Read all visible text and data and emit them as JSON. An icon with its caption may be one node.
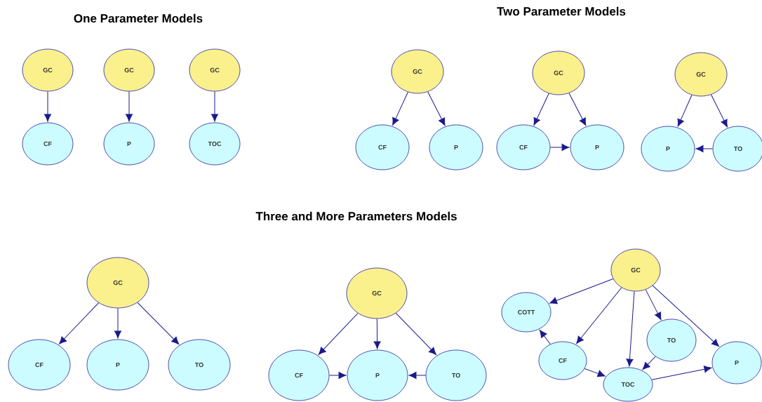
{
  "diagram": {
    "nodes": [
      {
        "text": [
          "GC"
        ]
      },
      {
        "text": [
          "CF"
        ]
      },
      {
        "text": [
          "GC"
        ]
      },
      {
        "text": [
          "P"
        ]
      },
      {
        "text": [
          "GC"
        ]
      },
      {
        "text": [
          "TOC"
        ]
      },
      {
        "text": [
          "GC"
        ]
      },
      {
        "text": [
          "CF"
        ]
      },
      {
        "text": [
          "P"
        ]
      },
      {
        "text": [
          "GC"
        ]
      },
      {
        "text": [
          "CF"
        ]
      },
      {
        "text": [
          "P"
        ]
      },
      {
        "text": [
          "GC"
        ]
      },
      {
        "text": [
          "P"
        ]
      },
      {
        "text": [
          "TO"
        ]
      },
      {
        "text": [
          "GC"
        ]
      },
      {
        "text": [
          "CF"
        ]
      },
      {
        "text": [
          "P"
        ]
      },
      {
        "text": [
          "TO"
        ]
      },
      {
        "text": [
          "GC"
        ]
      },
      {
        "text": [
          "CF"
        ]
      },
      {
        "text": [
          "P"
        ]
      },
      {
        "text": [
          "TO"
        ]
      },
      {
        "text": [
          "GC"
        ]
      },
      {
        "text": [
          "COTT"
        ]
      },
      {
        "text": [
          "TO"
        ]
      },
      {
        "text": [
          "CF"
        ]
      },
      {
        "text": [
          "P"
        ]
      },
      {
        "text": [
          "TOC"
        ]
      }
    ],
    "edges": [
      {
        "from": 0,
        "to": 1,
        "arrow": "to"
      },
      {
        "from": 2,
        "to": 3,
        "arrow": "to"
      },
      {
        "from": 4,
        "to": 5,
        "arrow": "to"
      },
      {
        "from": 6,
        "to": 7,
        "arrow": "to"
      },
      {
        "from": 6,
        "to": 8,
        "arrow": "to"
      },
      {
        "from": 9,
        "to": 10,
        "arrow": "to"
      },
      {
        "from": 9,
        "to": 11,
        "arrow": "to"
      },
      {
        "from": 10,
        "to": 11,
        "arrow": "to"
      },
      {
        "from": 12,
        "to": 13,
        "arrow": "to"
      },
      {
        "from": 12,
        "to": 14,
        "arrow": "to"
      },
      {
        "from": 14,
        "to": 13,
        "arrow": "to"
      },
      {
        "from": 15,
        "to": 16,
        "arrow": "to"
      },
      {
        "from": 15,
        "to": 17,
        "arrow": "to"
      },
      {
        "from": 15,
        "to": 18,
        "arrow": "to"
      },
      {
        "from": 19,
        "to": 20,
        "arrow": "to"
      },
      {
        "from": 19,
        "to": 21,
        "arrow": "to"
      },
      {
        "from": 19,
        "to": 22,
        "arrow": "to"
      },
      {
        "from": 20,
        "to": 21,
        "arrow": "to"
      },
      {
        "from": 22,
        "to": 21,
        "arrow": "to"
      },
      {
        "from": 23,
        "to": 24,
        "arrow": "to"
      },
      {
        "from": 23,
        "to": 26,
        "arrow": "to"
      },
      {
        "from": 23,
        "to": 28,
        "arrow": "to"
      },
      {
        "from": 23,
        "to": 25,
        "arrow": "to"
      },
      {
        "from": 23,
        "to": 27,
        "arrow": "to"
      },
      {
        "from": 26,
        "to": 24,
        "arrow": "to"
      },
      {
        "from": 26,
        "to": 28,
        "arrow": "to"
      },
      {
        "from": 25,
        "to": 28,
        "arrow": "to"
      },
      {
        "from": 28,
        "to": 27,
        "arrow": "to"
      }
    ],
    "labels": [
      "One Parameter Models",
      "Two Parameter Models",
      "Three and More Parameters Models"
    ]
  }
}
